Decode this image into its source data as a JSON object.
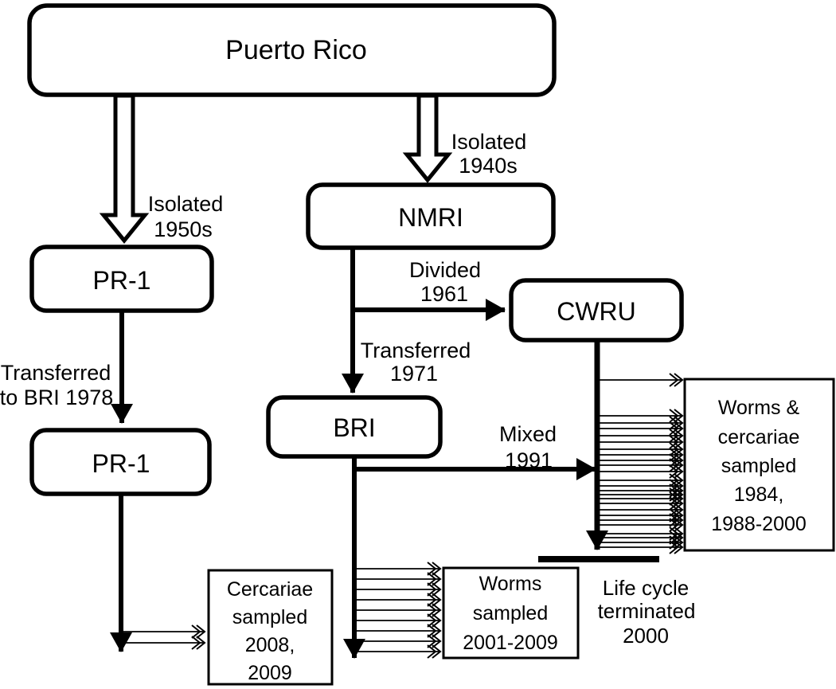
{
  "figure": {
    "background": "#ffffff",
    "line_color": "#000000",
    "nodes": {
      "puerto_rico": "Puerto Rico",
      "pr1_top": "PR-1",
      "nmri": "NMRI",
      "cwru": "CWRU",
      "bri": "BRI",
      "pr1_bottom": "PR-1"
    },
    "edges": {
      "isolated_1950s": [
        "Isolated",
        "1950s"
      ],
      "isolated_1940s": [
        "Isolated",
        "1940s"
      ],
      "divided_1961": [
        "Divided",
        "1961"
      ],
      "transferred_1971": [
        "Transferred",
        "1971"
      ],
      "transferred_to_bri_1978": [
        "Transferred",
        "to BRI 1978"
      ],
      "mixed_1991": [
        "Mixed",
        "1991"
      ]
    },
    "sample_boxes": {
      "cercariae_sampled": [
        "Cercariae",
        "sampled",
        "2008,",
        "2009"
      ],
      "worms_sampled": [
        "Worms",
        "sampled",
        "2001-2009"
      ],
      "worms_cercariae_sampled": [
        "Worms &",
        "cercariae",
        "sampled",
        "1984,",
        "1988-2000"
      ]
    },
    "annotations": {
      "life_cycle_terminated": [
        "Life cycle",
        "terminated",
        "2000"
      ]
    }
  }
}
